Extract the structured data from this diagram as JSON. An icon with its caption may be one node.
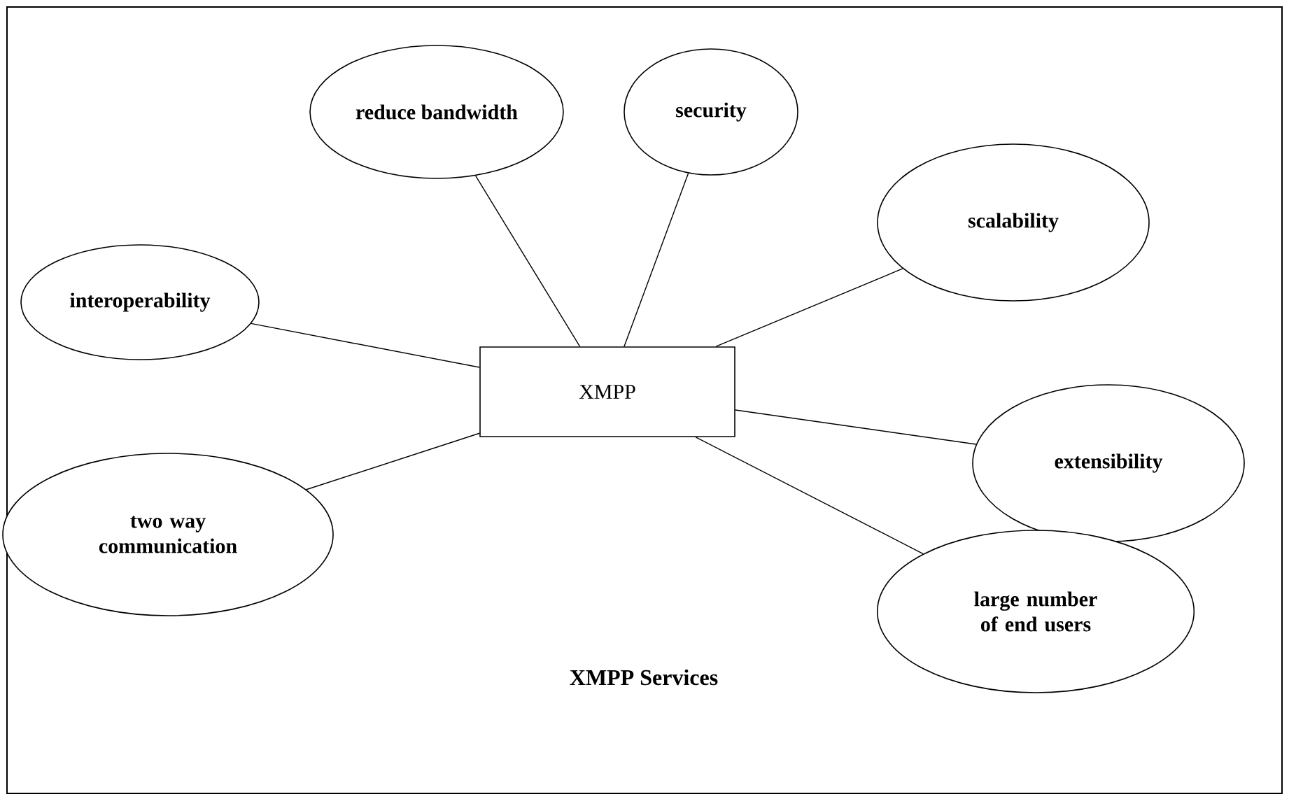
{
  "diagram": {
    "caption": "XMPP Services",
    "nodes": [
      {
        "text": [
          "XMPP"
        ]
      },
      {
        "text": [
          "interoperability"
        ]
      },
      {
        "text": [
          "reduce bandwidth"
        ]
      },
      {
        "text": [
          "security"
        ]
      },
      {
        "text": [
          "scalability"
        ]
      },
      {
        "text": [
          "extensibility"
        ]
      },
      {
        "text": [
          "two way communication"
        ]
      },
      {
        "text": [
          "large number of end users"
        ]
      }
    ],
    "edges": [
      {
        "from": 0,
        "to": 1,
        "arrow": "none"
      },
      {
        "from": 0,
        "to": 2,
        "arrow": "none"
      },
      {
        "from": 0,
        "to": 3,
        "arrow": "none"
      },
      {
        "from": 0,
        "to": 4,
        "arrow": "none"
      },
      {
        "from": 0,
        "to": 5,
        "arrow": "none"
      },
      {
        "from": 0,
        "to": 6,
        "arrow": "none"
      },
      {
        "from": 0,
        "to": 7,
        "arrow": "none"
      }
    ]
  }
}
